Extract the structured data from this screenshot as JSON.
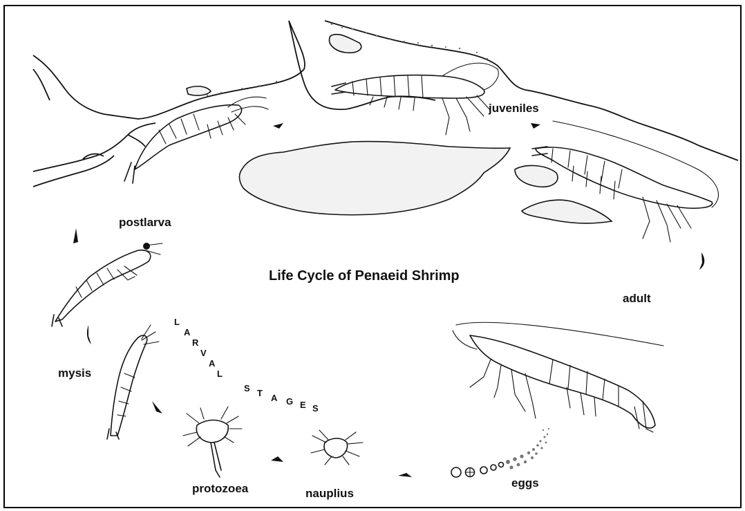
{
  "title": "Life Cycle of Penaeid Shrimp",
  "stages": {
    "juveniles": "juveniles",
    "adult": "adult",
    "eggs": "eggs",
    "nauplius": "nauplius",
    "protozoea": "protozoea",
    "mysis": "mysis",
    "postlarva": "postlarva"
  },
  "larval_stages": {
    "word1": [
      "L",
      "A",
      "R",
      "V",
      "A",
      "L"
    ],
    "word2": [
      "S",
      "T",
      "A",
      "G",
      "E",
      "S"
    ]
  },
  "colors": {
    "ink": "#111111",
    "background": "#ffffff",
    "frame": "#000000"
  }
}
